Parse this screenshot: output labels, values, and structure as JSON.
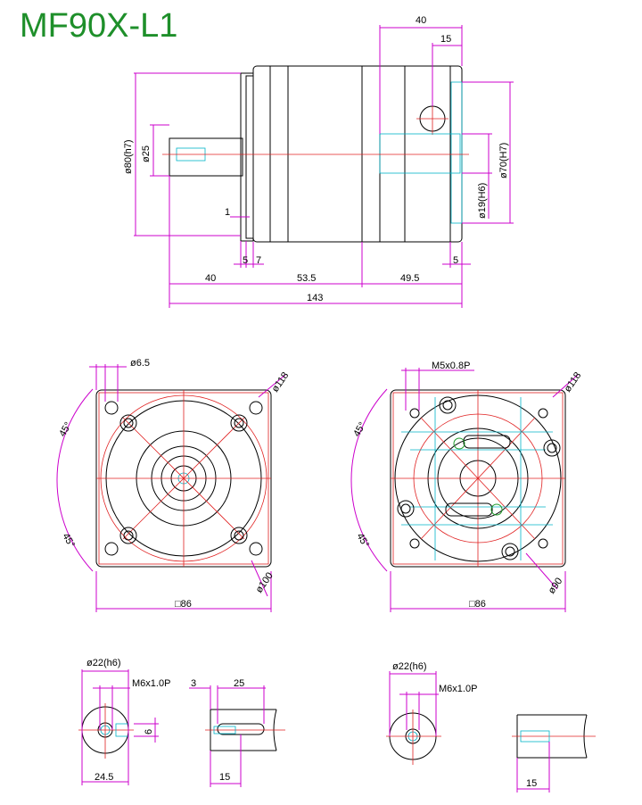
{
  "title": "MF90X-L1",
  "side_view": {
    "dims": {
      "overall_top": "40",
      "overall_top_small": "15",
      "d80": "ø80(h7)",
      "d25": "ø25",
      "d70": "ø70(H7)",
      "d19": "ø19(H6)",
      "one": "1",
      "five_left": "5",
      "seven": "7",
      "five_right": "5",
      "len40": "40",
      "len53": "53.5",
      "len49": "49.5",
      "len143": "143"
    }
  },
  "front_left": {
    "d65": "ø6.5",
    "d118": "ø118",
    "d100": "ø100",
    "sq86": "□86",
    "a1": "45°",
    "a2": "45°"
  },
  "front_right": {
    "thread": "M5x0.8P",
    "d118": "ø118",
    "d90": "ø90",
    "sq86": "□86",
    "a1": "45°",
    "a2": "45°"
  },
  "shaft_left": {
    "d22": "ø22(h6)",
    "thread": "M6x1.0P",
    "six": "6",
    "w245": "24.5",
    "three": "3",
    "twentyfive": "25",
    "fifteen": "15"
  },
  "shaft_right": {
    "d22": "ø22(h6)",
    "thread": "M6x1.0P",
    "fifteen": "15"
  }
}
